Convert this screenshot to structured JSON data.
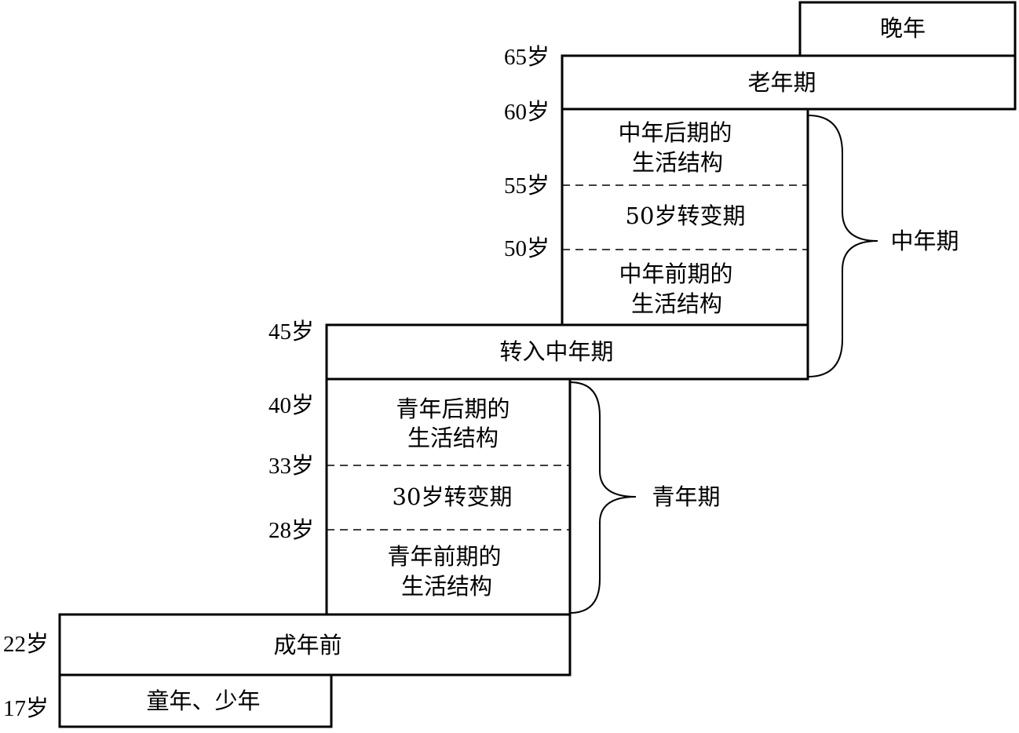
{
  "stages": {
    "childhood": "童年、少年",
    "pre_adult": "成年前",
    "youth_early": [
      "青年前期的",
      "生活结构"
    ],
    "youth_30": "30岁转变期",
    "youth_late": [
      "青年后期的",
      "生活结构"
    ],
    "midlife_transition": "转入中年期",
    "middle_early": [
      "中年前期的",
      "生活结构"
    ],
    "middle_50": "50岁转变期",
    "middle_late": [
      "中年后期的",
      "生活结构"
    ],
    "old_age": "老年期",
    "late_years": "晚年"
  },
  "braces": {
    "youth": "青年期",
    "middle": "中年期"
  },
  "ages": {
    "a17": "17岁",
    "a22": "22岁",
    "a28": "28岁",
    "a33": "33岁",
    "a40": "40岁",
    "a45": "45岁",
    "a50": "50岁",
    "a55": "55岁",
    "a60": "60岁",
    "a65": "65岁"
  }
}
